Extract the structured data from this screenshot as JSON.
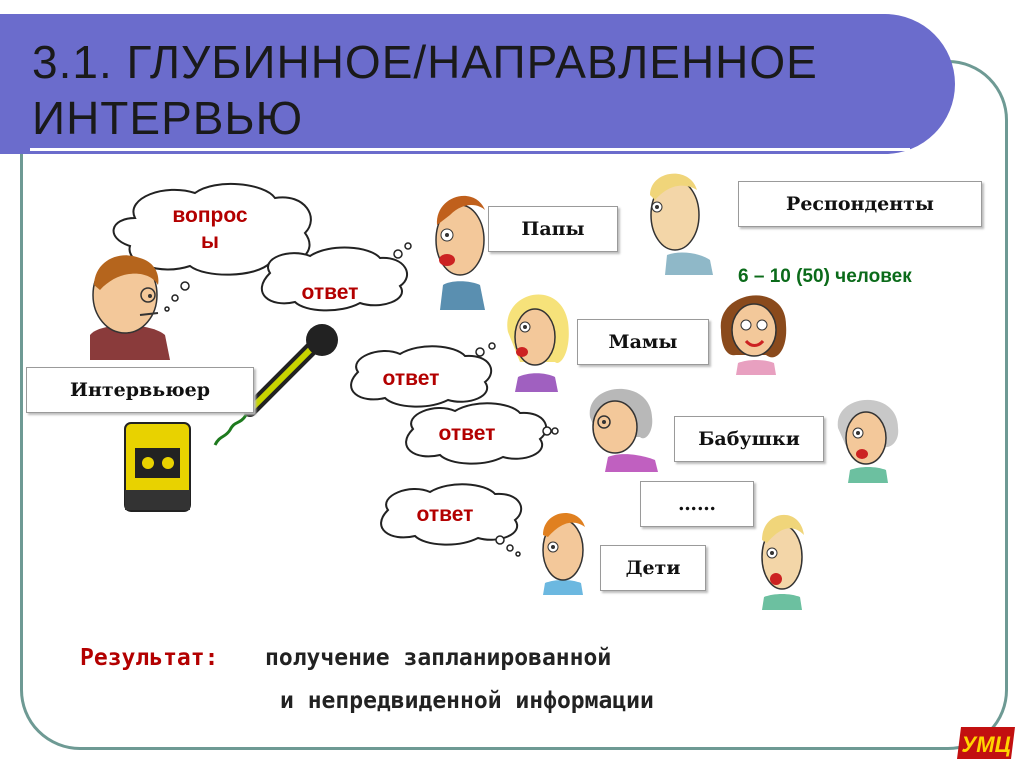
{
  "slide": {
    "title_line1": "3.1. ГЛУБИННОЕ/НАПРАВЛЕННОЕ",
    "title_line2": "ИНТЕРВЬЮ"
  },
  "bubbles": {
    "question_line1": "вопрос",
    "question_line2": "ы",
    "answer1": "ответ",
    "answer2": "ответ",
    "answer3": "ответ",
    "answer4": "ответ"
  },
  "labels": {
    "interviewer": "Интервьюер",
    "respondents": "Респонденты",
    "dads": "Папы",
    "moms": "Мамы",
    "grandmas": "Бабушки",
    "ellipsis": "……",
    "children": "Дети"
  },
  "respondent_count": "6 – 10 (50) человек",
  "result": {
    "label": "Результат:",
    "line1": "получение запланированной",
    "line2": "и непредвиденной информации"
  },
  "logo_text": "УМЦ",
  "colors": {
    "title_bar": "#6b6ccc",
    "frame": "#6e9a94",
    "bubble_text": "#b30000",
    "count_text": "#0b6b1a"
  }
}
